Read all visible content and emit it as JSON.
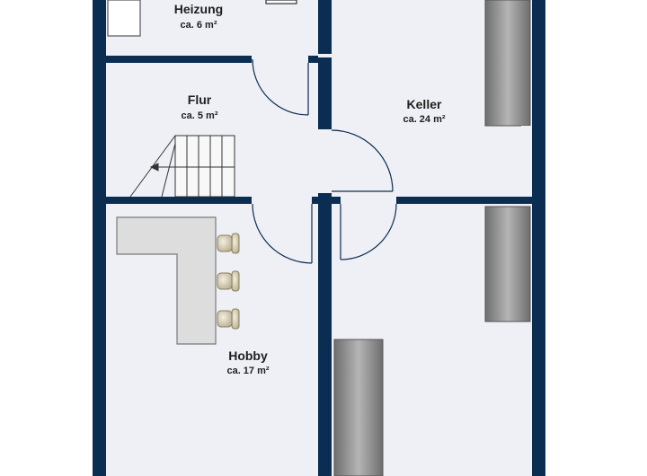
{
  "rooms": {
    "heizung": {
      "name": "Heizung",
      "area": "ca. 6 m²"
    },
    "flur": {
      "name": "Flur",
      "area": "ca. 5 m²"
    },
    "keller": {
      "name": "Keller",
      "area": "ca. 24 m²"
    },
    "hobby": {
      "name": "Hobby",
      "area": "ca. 17 m²"
    }
  },
  "colors": {
    "wall": "#0c2d52",
    "floor": "#eef0f5",
    "door_line": "#0c2d52",
    "furniture_fill": "#dddddd",
    "furniture_stroke": "#7a7a7a",
    "chair": "#e3dcc6",
    "shelf": "#8c8c8c"
  },
  "icons": [
    "stairs-icon",
    "door-swing-icon",
    "chair-icon",
    "shelf-icon",
    "bar-counter-icon"
  ]
}
